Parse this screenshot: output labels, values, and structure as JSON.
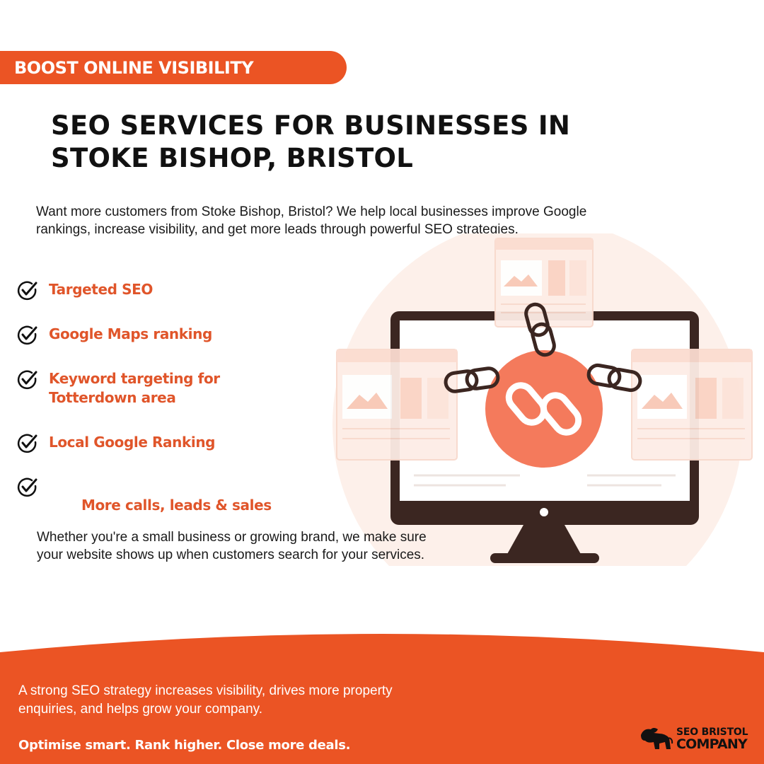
{
  "ribbon": {
    "label": "BOOST ONLINE VISIBILITY"
  },
  "headline": {
    "line1": "SEO SERVICES FOR BUSINESSES IN",
    "line2": "STOKE BISHOP, BRISTOL"
  },
  "intro": {
    "line1": "Want more customers from Stoke Bishop, Bristol? We help local businesses improve Google",
    "line2": "rankings, increase visibility, and get more leads through powerful SEO strategies."
  },
  "features": [
    {
      "line1": "Targeted SEO",
      "line2": ""
    },
    {
      "line1": "Google Maps ranking",
      "line2": ""
    },
    {
      "line1": "Keyword targeting for",
      "line2": "Totterdown area"
    },
    {
      "line1": "Local Google Ranking",
      "line2": ""
    },
    {
      "line1": " More calls, leads & sales",
      "line2": ""
    }
  ],
  "outro": {
    "line1": "Whether you're a small business or growing brand, we make sure",
    "line2": "your website shows up when customers search for your services."
  },
  "footer": {
    "text_line1": "A strong SEO strategy increases visibility, drives more property",
    "text_line2": "enquiries, and helps grow your company.",
    "tagline": "Optimise smart. Rank higher. Close more deals."
  },
  "logo": {
    "line1": "SEO BRISTOL",
    "line2": "COMPANY"
  },
  "colors": {
    "accent": "#EB5424",
    "feature_text": "#E0552A",
    "monitor": "#3B2621",
    "link_circle": "#F47A5C",
    "pale_peach": "#FDEDE6"
  },
  "icons": [
    "check-circle-icon",
    "monitor-illustration",
    "chain-link-icon",
    "lion-logo-icon"
  ]
}
